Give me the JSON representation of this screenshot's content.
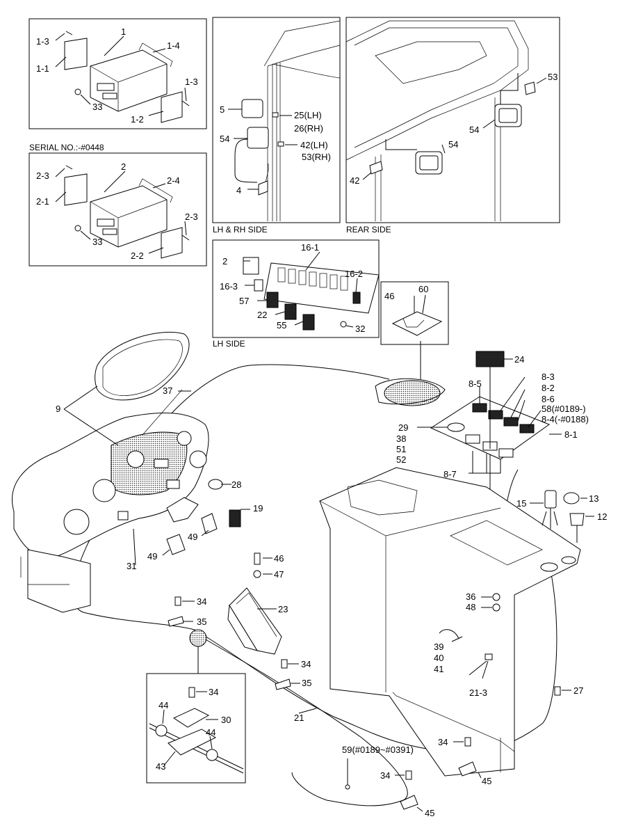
{
  "labels": {
    "l_1": "1",
    "l_1_1": "1-1",
    "l_1_2": "1-2",
    "l_1_3a": "1-3",
    "l_1_3b": "1-3",
    "l_1_4": "1-4",
    "l_33a": "33",
    "l_2": "2",
    "l_2_1": "2-1",
    "l_2_2": "2-2",
    "l_2_3a": "2-3",
    "l_2_3b": "2-3",
    "l_2_4": "2-4",
    "l_33b": "33",
    "l_5": "5",
    "l_25": "25(LH)",
    "l_26": "26(RH)",
    "l_54a": "54",
    "l_42lh": "42(LH)",
    "l_53rh": "53(RH)",
    "l_4": "4",
    "l_53": "53",
    "l_54b": "54",
    "l_54c": "54",
    "l_42": "42",
    "l_2b": "2",
    "l_16_1": "16-1",
    "l_16_2": "16-2",
    "l_16_3": "16-3",
    "l_57": "57",
    "l_22": "22",
    "l_55": "55",
    "l_32": "32",
    "l_46a": "46",
    "l_60": "60",
    "l_24": "24",
    "l_8_3": "8-3",
    "l_8_2": "8-2",
    "l_8_5": "8-5",
    "l_8_6": "8-6",
    "l_58": "58(#0189-)",
    "l_8_4": "8-4(-#0188)",
    "l_8_1": "8-1",
    "l_29": "29",
    "l_38": "38",
    "l_51": "51",
    "l_52": "52",
    "l_8_7": "8-7",
    "l_9": "9",
    "l_37": "37",
    "l_28": "28",
    "l_19": "19",
    "l_49a": "49",
    "l_49b": "49",
    "l_31": "31",
    "l_15": "15",
    "l_13": "13",
    "l_12": "12",
    "l_46b": "46",
    "l_47": "47",
    "l_23": "23",
    "l_34a": "34",
    "l_35a": "35",
    "l_34b": "34",
    "l_35b": "35",
    "l_36": "36",
    "l_48": "48",
    "l_39": "39",
    "l_40": "40",
    "l_41": "41",
    "l_21_3": "21-3",
    "l_27": "27",
    "l_34c": "34",
    "l_30": "30",
    "l_44a": "44",
    "l_44b": "44",
    "l_43": "43",
    "l_21": "21",
    "l_59": "59(#0189~#0391)",
    "l_34d": "34",
    "l_45a": "45",
    "l_34e": "34",
    "l_45b": "45"
  },
  "captions": {
    "serial": "SERIAL NO.:-#0448",
    "lhrh": "LH & RH SIDE",
    "rear": "REAR SIDE",
    "lhside": "LH SIDE"
  }
}
